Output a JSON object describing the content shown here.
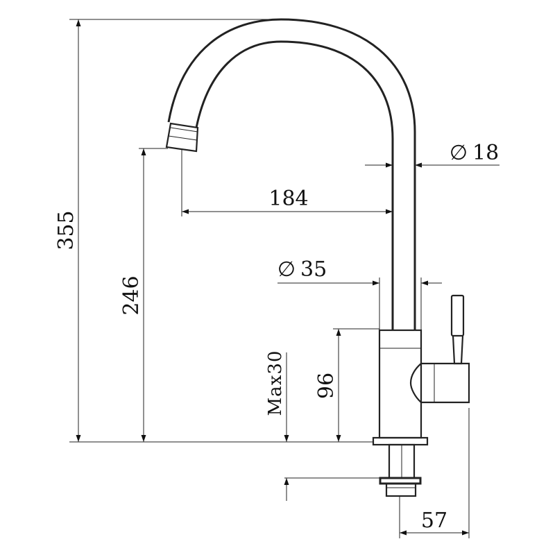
{
  "dimensions": {
    "total_height": "355",
    "spout_height": "246",
    "spout_reach": "184",
    "pipe_diameter": "18",
    "body_diameter": "35",
    "body_height": "96",
    "max_thickness": "Max30",
    "handle_offset": "57"
  },
  "symbols": {
    "diameter": "∅"
  },
  "colors": {
    "line": "#222222",
    "background": "#ffffff"
  }
}
